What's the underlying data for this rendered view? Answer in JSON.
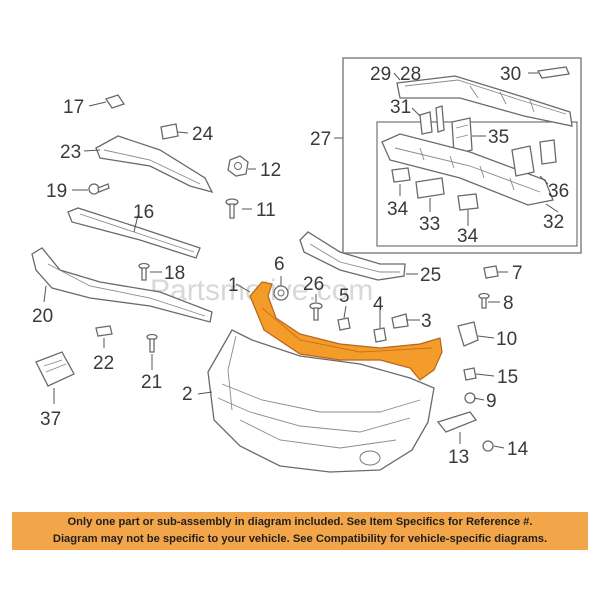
{
  "watermark": "Partsmotive.com",
  "highlight_color": "#f39c2a",
  "callouts": [
    "1",
    "2",
    "3",
    "4",
    "5",
    "6",
    "7",
    "8",
    "9",
    "10",
    "11",
    "12",
    "13",
    "14",
    "15",
    "16",
    "17",
    "18",
    "19",
    "20",
    "21",
    "22",
    "23",
    "24",
    "25",
    "26",
    "27",
    "28",
    "29",
    "30",
    "31",
    "32",
    "33",
    "34",
    "34",
    "35",
    "36",
    "37"
  ],
  "notice": {
    "line1": "Only one part or sub-assembly in diagram included. See Item Specifics for Reference #.",
    "line2": "Diagram may not be specific to your vehicle. See Compatibility for vehicle-specific diagrams."
  }
}
